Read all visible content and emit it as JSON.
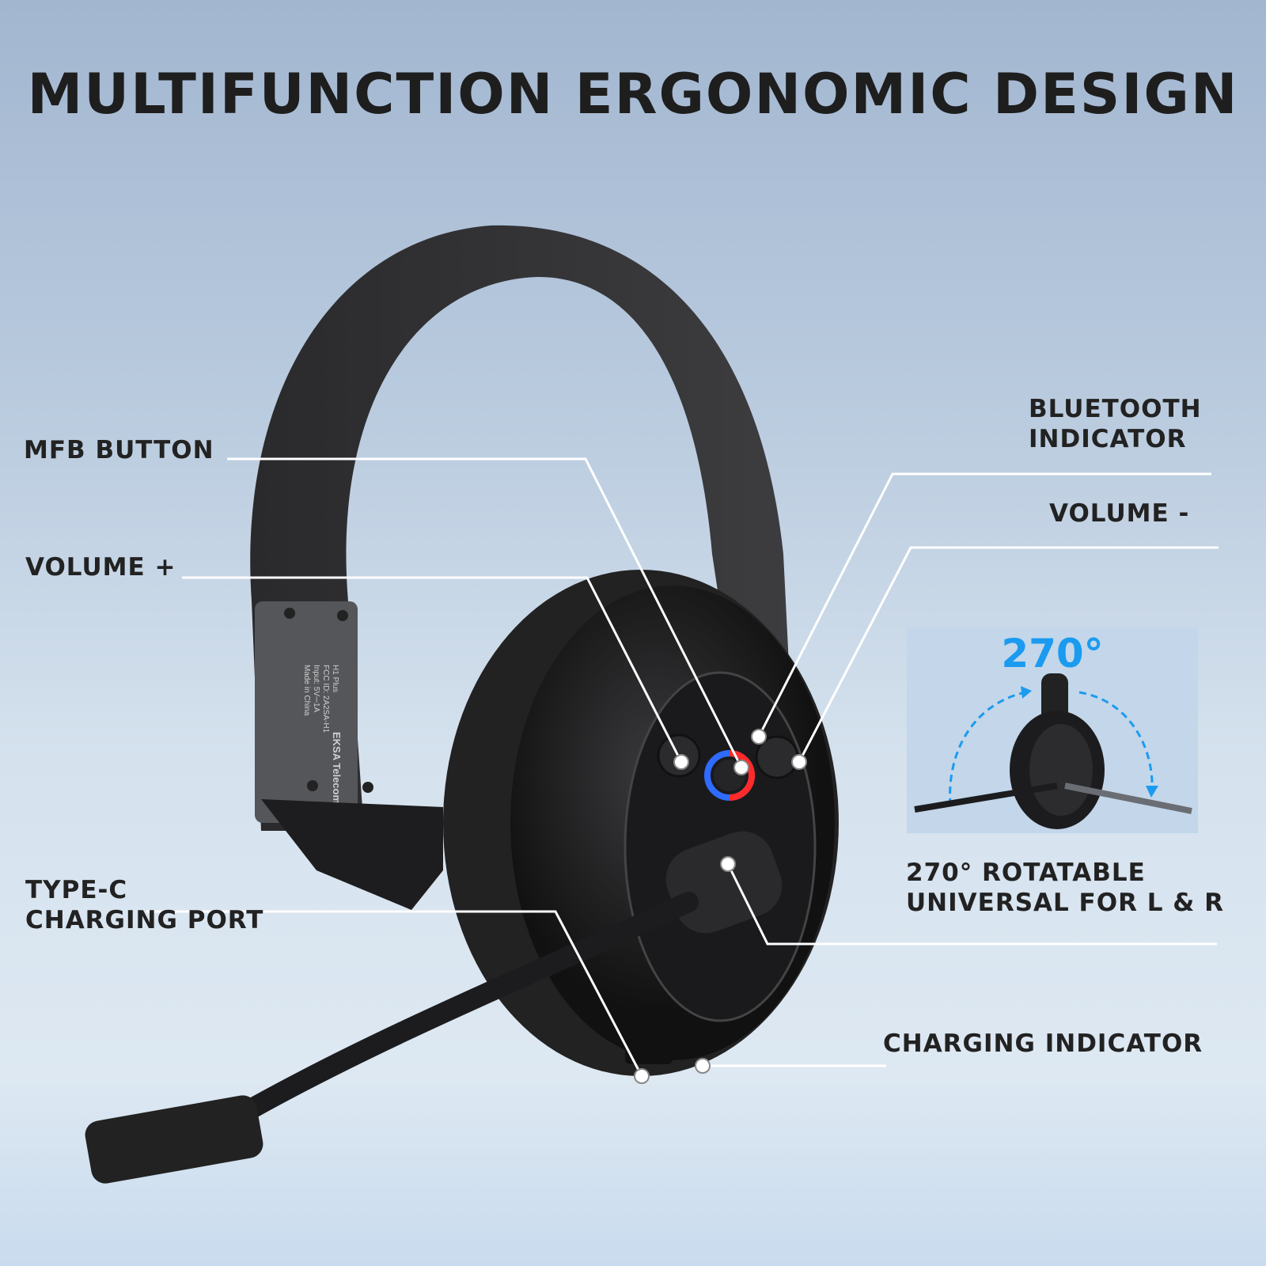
{
  "title": "MULTIFUNCTION ERGONOMIC DESIGN",
  "callouts": {
    "mfb": "MFB BUTTON",
    "volume_up": "VOLUME +",
    "bluetooth_line1": "BLUETOOTH",
    "bluetooth_line2": "INDICATOR",
    "volume_down": "VOLUME -",
    "typec_line1": "TYPE-C",
    "typec_line2": "CHARGING PORT",
    "rotatable_line1": "270° ROTATABLE",
    "rotatable_line2": "UNIVERSAL FOR L & R",
    "charging_indicator": "CHARGING INDICATOR"
  },
  "inset": {
    "degrees": "270°",
    "arrow_color": "#1a9bf0"
  },
  "product_label": {
    "brand": "EKSA Telecom",
    "model": "H1 Plus",
    "fcc": "FCC ID: 2A2SA-H1",
    "input": "Input: 5V⎓1A",
    "origin": "Made in China"
  },
  "colors": {
    "accent": "#1a9bf0",
    "text": "#222222",
    "led_blue": "#2f6bff",
    "led_red": "#ff2a2a"
  }
}
